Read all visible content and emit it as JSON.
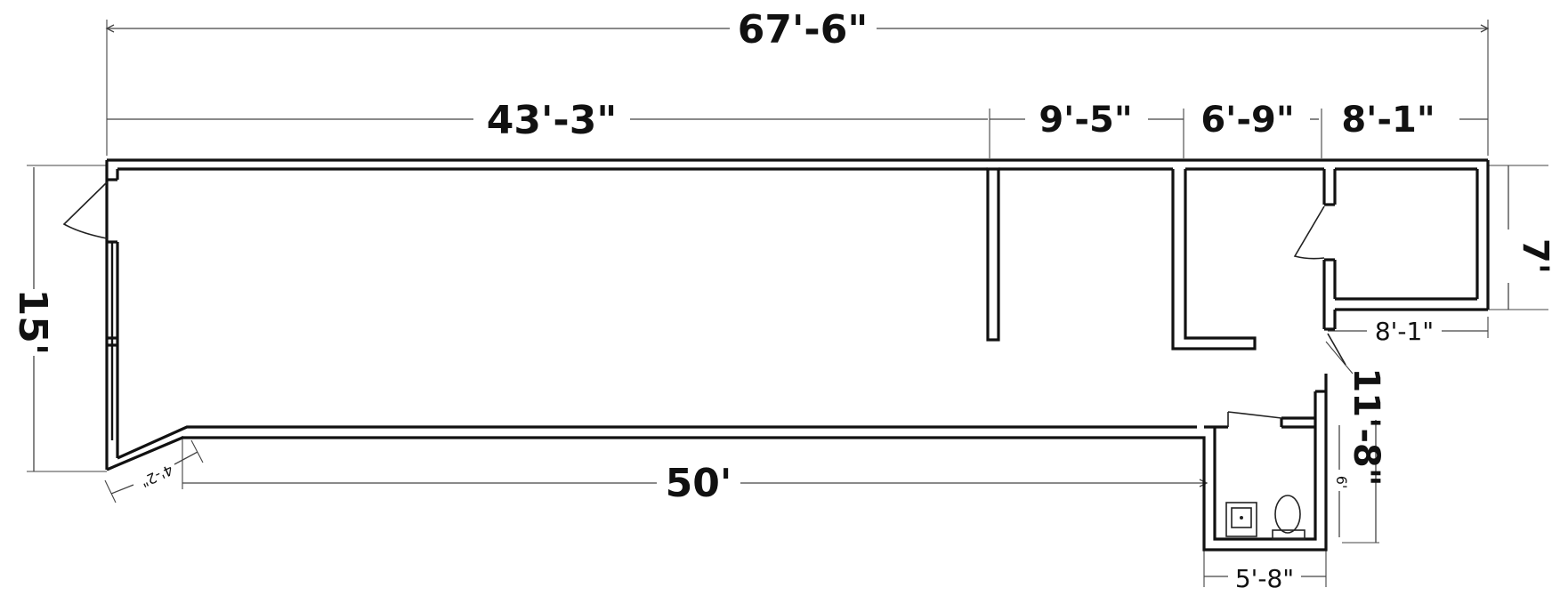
{
  "dimensions": {
    "overall_width": "67'-6\"",
    "segment_1": "43'-3\"",
    "segment_2": "9'-5\"",
    "segment_3": "6'-9\"",
    "segment_4": "8'-1\"",
    "left_height": "15'",
    "right_room_height": "7'",
    "right_room_width": "8'-1\"",
    "lower_right_height": "11'-8\"",
    "bottom_length": "50'",
    "restroom_width": "5'-8\"",
    "angled_wall": "4'-2\"",
    "restroom_depth": "6'"
  }
}
